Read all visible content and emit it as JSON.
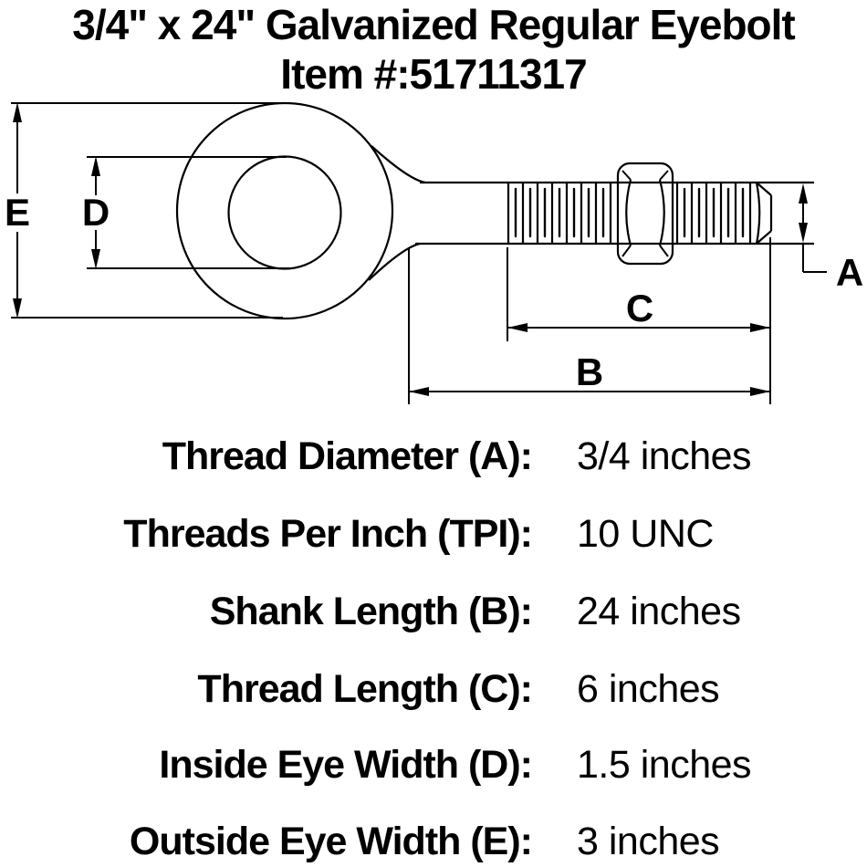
{
  "header": {
    "title": "3/4\" x 24\" Galvanized Regular Eyebolt",
    "item_line": "Item #:51711317"
  },
  "diagram": {
    "type": "technical-drawing",
    "subject": "eyebolt side view with dimension callouts",
    "labels": {
      "A": "A",
      "B": "B",
      "C": "C",
      "D": "D",
      "E": "E"
    },
    "dimension_meanings": {
      "A": "Thread Diameter",
      "B": "Shank Length",
      "C": "Thread Length",
      "D": "Inside Eye Width",
      "E": "Outside Eye Width"
    }
  },
  "specs": [
    {
      "label": "Thread Diameter (A):",
      "value": "3/4 inches"
    },
    {
      "label": "Threads Per Inch (TPI):",
      "value": "10 UNC"
    },
    {
      "label": "Shank Length (B):",
      "value": "24 inches"
    },
    {
      "label": "Thread Length (C):",
      "value": "6 inches"
    },
    {
      "label": "Inside Eye Width (D):",
      "value": "1.5 inches"
    },
    {
      "label": "Outside Eye Width (E):",
      "value": "3 inches"
    }
  ],
  "colors": {
    "ink": "#000000",
    "background": "#ffffff"
  }
}
